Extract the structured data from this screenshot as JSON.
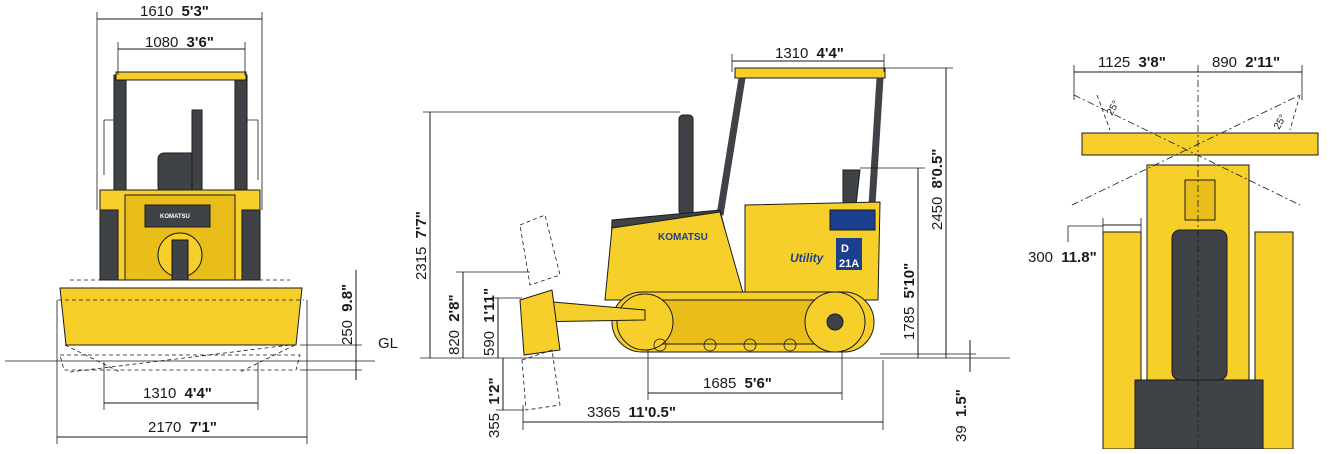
{
  "title": "",
  "front_view": {
    "overall_width": {
      "mm": "1610",
      "ft": "5'3\""
    },
    "canopy_width": {
      "mm": "1080",
      "ft": "3'6\""
    },
    "track_gauge": {
      "mm": "1310",
      "ft": "4'4\""
    },
    "blade_width": {
      "mm": "2170",
      "ft": "7'1\""
    },
    "blade_lift": {
      "mm": "250",
      "ft": "9.8\""
    },
    "ground_label": "GL"
  },
  "side_view": {
    "canopy_length": {
      "mm": "1310",
      "ft": "4'4\""
    },
    "exhaust_height": {
      "mm": "2315",
      "ft": "7'7\""
    },
    "overall_height": {
      "mm": "2450",
      "ft": "8'0.5\""
    },
    "hood_height": {
      "mm": "1785",
      "ft": "5'10\""
    },
    "max_lift_above_ground": {
      "mm": "820",
      "ft": "2'8\""
    },
    "blade_height": {
      "mm": "590",
      "ft": "1'11\""
    },
    "max_drop_below_ground": {
      "mm": "355",
      "ft": "1'2\""
    },
    "track_on_ground": {
      "mm": "1685",
      "ft": "5'6\""
    },
    "overall_length": {
      "mm": "3365",
      "ft": "11'0.5\""
    },
    "ground_clearance": {
      "mm": "39",
      "ft": "1.5\""
    },
    "hood_brand": "KOMATSU",
    "rear_brand": "KOMATSU",
    "model_badge_top": "D",
    "model_badge_bottom": "21A",
    "series_label": "Utility"
  },
  "top_view": {
    "blade_left_angle_offset": {
      "mm": "1125",
      "ft": "3'8\""
    },
    "blade_right_angle_offset": {
      "mm": "890",
      "ft": "2'11\""
    },
    "shoe_width": {
      "mm": "300",
      "ft": "11.8\""
    },
    "angle_left": "25°",
    "angle_right": "25°"
  },
  "colors": {
    "machine_yellow": "#f6cf2a",
    "machine_dark": "#3f4246",
    "decal_blue": "#1b3f8f",
    "line": "#1a1a1a"
  }
}
